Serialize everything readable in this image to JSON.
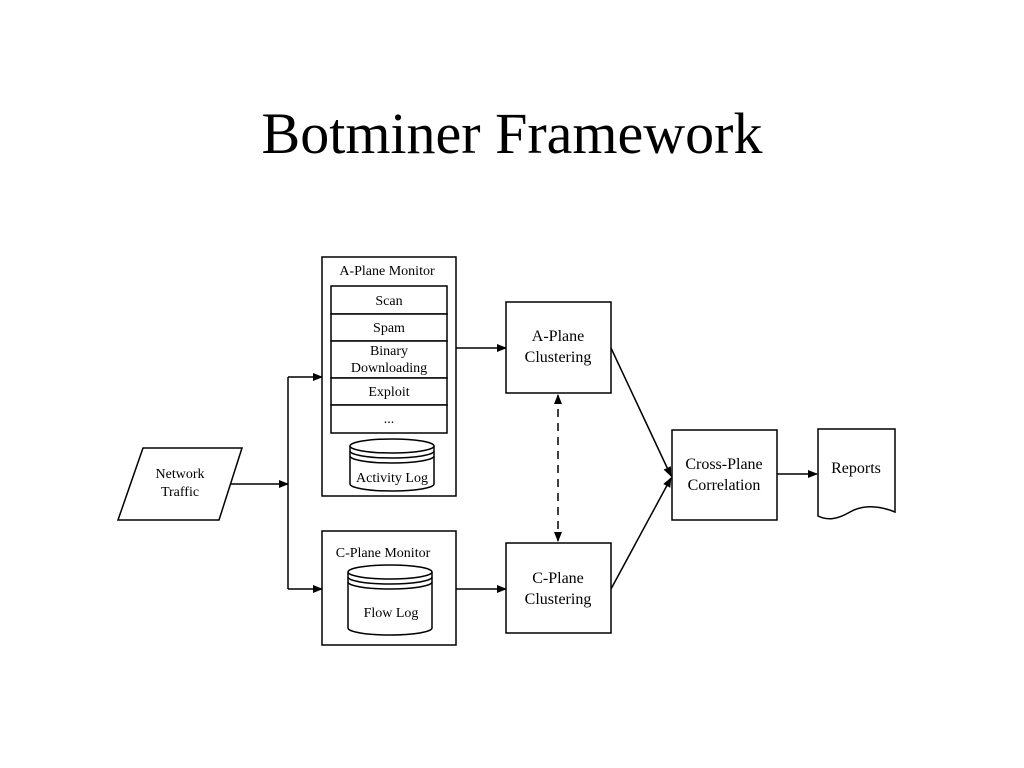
{
  "title": "Botminer Framework",
  "diagram": {
    "network_traffic": [
      "Network",
      "Traffic"
    ],
    "a_plane_monitor": {
      "title": "A-Plane Monitor",
      "rows": [
        "Scan",
        "Spam",
        "Binary",
        "Downloading",
        "Exploit",
        "..."
      ],
      "log": "Activity Log"
    },
    "c_plane_monitor": {
      "title": "C-Plane Monitor",
      "log": "Flow Log"
    },
    "a_plane_clustering": [
      "A-Plane",
      "Clustering"
    ],
    "c_plane_clustering": [
      "C-Plane",
      "Clustering"
    ],
    "cross_plane_correlation": [
      "Cross-Plane",
      "Correlation"
    ],
    "reports": "Reports"
  }
}
